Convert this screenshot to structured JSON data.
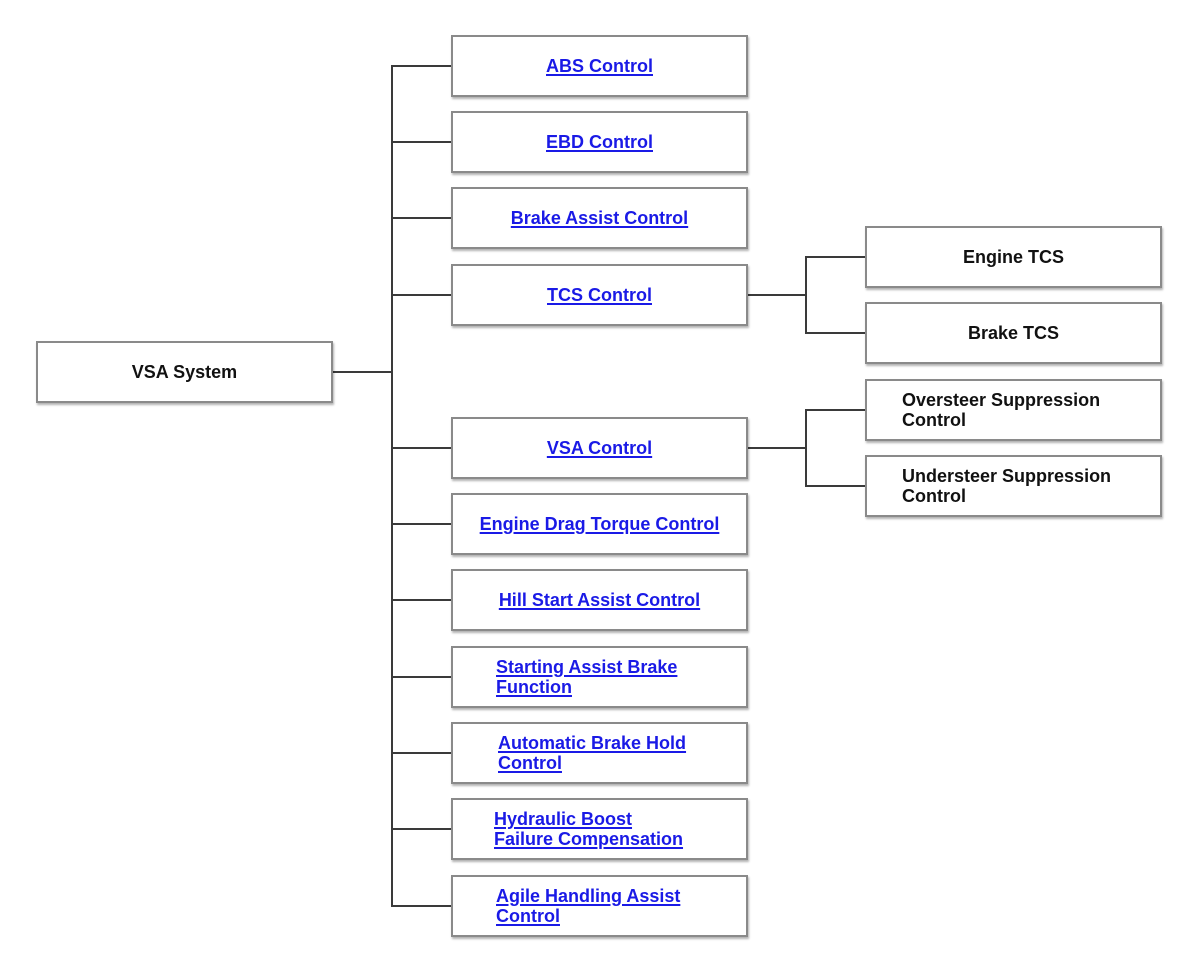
{
  "root": {
    "label": "VSA System"
  },
  "controls": [
    {
      "label": "ABS Control"
    },
    {
      "label": "EBD Control"
    },
    {
      "label": "Brake Assist Control"
    },
    {
      "label": "TCS Control"
    },
    {
      "label": "VSA Control"
    },
    {
      "label": "Engine Drag Torque Control"
    },
    {
      "label": "Hill Start Assist Control"
    },
    {
      "line1": "Starting Assist Brake",
      "line2": "Function"
    },
    {
      "line1": "Automatic Brake Hold",
      "line2": "Control"
    },
    {
      "line1": "Hydraulic Boost",
      "line2": "Failure Compensation"
    },
    {
      "line1": "Agile Handling Assist",
      "line2": "Control"
    }
  ],
  "tcs_children": [
    {
      "label": "Engine TCS"
    },
    {
      "label": "Brake TCS"
    }
  ],
  "vsa_children": [
    {
      "line1": "Oversteer Suppression",
      "line2": "Control"
    },
    {
      "line1": "Understeer Suppression",
      "line2": "Control"
    }
  ],
  "colors": {
    "link": "#1a1ae6",
    "text": "#111111",
    "line": "#3a3a3a",
    "box_border": "#8a8a8a"
  }
}
